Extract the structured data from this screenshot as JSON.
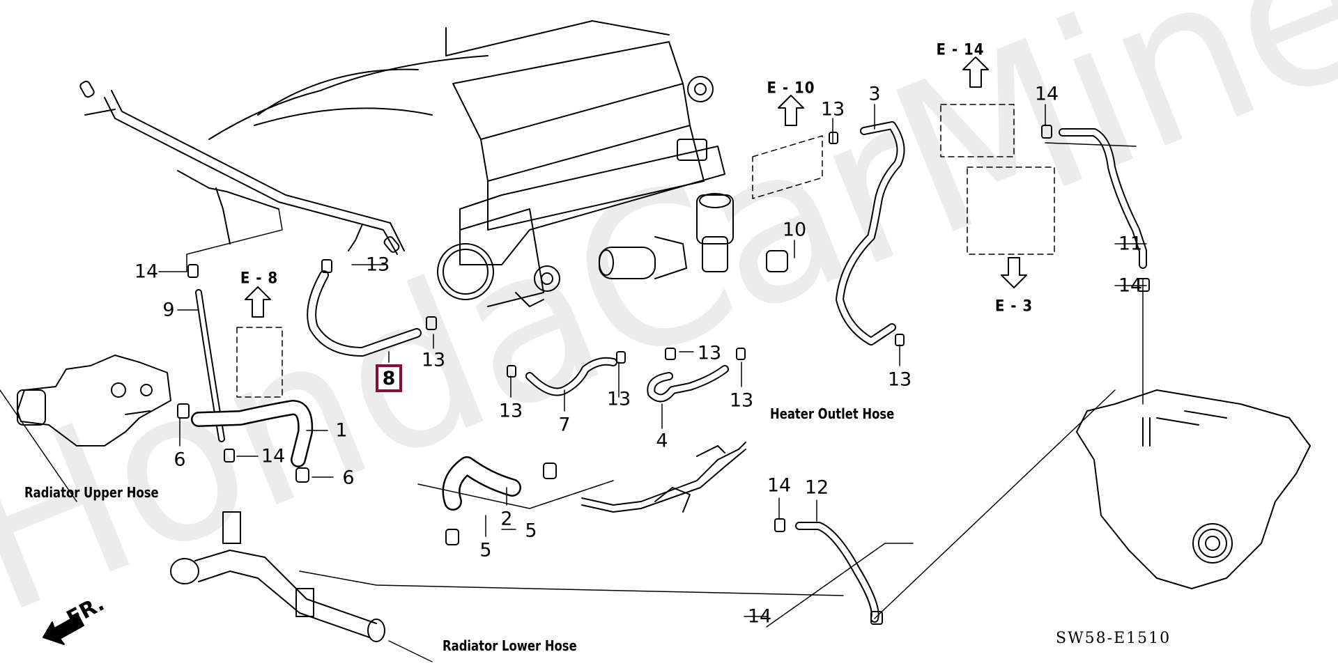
{
  "diagram": {
    "watermark": "HondaCarMine.ru",
    "drawing_code": "SW58-E1510",
    "highlighted_part": "8",
    "highlight_color": "#8b0a3a",
    "line_color": "#000000",
    "direction_indicator": "FR.",
    "hose_labels": {
      "radiator_upper": "Radiator Upper Hose",
      "radiator_lower": "Radiator Lower Hose",
      "heater_outlet": "Heater Outlet Hose"
    },
    "section_refs": [
      {
        "id": "e8",
        "label": "E - 8",
        "arrow": "up"
      },
      {
        "id": "e10",
        "label": "E - 10",
        "arrow": "up"
      },
      {
        "id": "e14",
        "label": "E - 14",
        "arrow": "up"
      },
      {
        "id": "e3",
        "label": "E - 3",
        "arrow": "down"
      }
    ],
    "callouts": [
      {
        "num": "14",
        "part": "clip-left-upper"
      },
      {
        "num": "13",
        "part": "clip-upper-left"
      },
      {
        "num": "9",
        "part": "hose-9"
      },
      {
        "num": "8",
        "part": "hose-8"
      },
      {
        "num": "13",
        "part": "clip-hose-8"
      },
      {
        "num": "1",
        "part": "hose-1"
      },
      {
        "num": "6",
        "part": "clamp-left"
      },
      {
        "num": "14",
        "part": "clip-mid-left"
      },
      {
        "num": "6",
        "part": "clamp-hose-1"
      },
      {
        "num": "2",
        "part": "hose-2"
      },
      {
        "num": "5",
        "part": "clamp-hose-2"
      },
      {
        "num": "5",
        "part": "clamp-lower"
      },
      {
        "num": "13",
        "part": "clip-hose-7-left"
      },
      {
        "num": "7",
        "part": "hose-7"
      },
      {
        "num": "13",
        "part": "clip-hose-7-right"
      },
      {
        "num": "13",
        "part": "clip-hose-4-top"
      },
      {
        "num": "4",
        "part": "hose-4"
      },
      {
        "num": "13",
        "part": "clip-hose-4-right"
      },
      {
        "num": "10",
        "part": "bracket-10"
      },
      {
        "num": "13",
        "part": "clip-hose-3-top"
      },
      {
        "num": "3",
        "part": "hose-3"
      },
      {
        "num": "13",
        "part": "clip-hose-3-bottom"
      },
      {
        "num": "14",
        "part": "clip-hose-11-top"
      },
      {
        "num": "11",
        "part": "hose-11"
      },
      {
        "num": "14",
        "part": "clip-hose-11-bottom"
      },
      {
        "num": "14",
        "part": "clip-hose-12-top"
      },
      {
        "num": "12",
        "part": "hose-12"
      },
      {
        "num": "14",
        "part": "clip-hose-12-bottom"
      }
    ]
  }
}
